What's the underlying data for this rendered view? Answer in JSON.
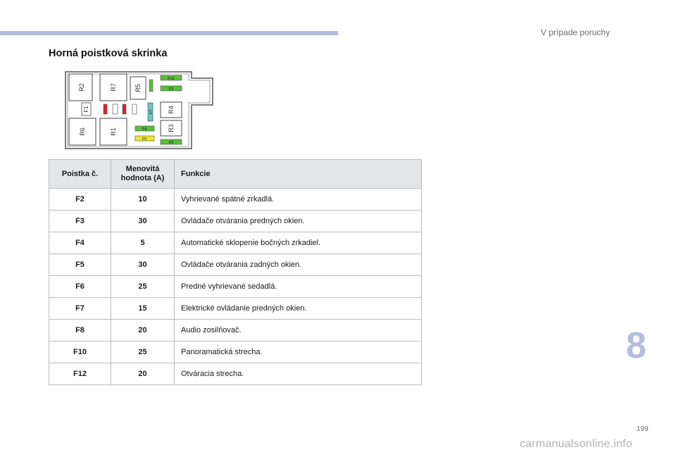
{
  "header": {
    "chapter_title": "V prípade poruchy",
    "accent_color": "#b4bde0"
  },
  "section_title": "Horná poistková skrinka",
  "diagram": {
    "relays": [
      "R2",
      "R7",
      "R5",
      "R4",
      "R6",
      "R1",
      "R3"
    ],
    "fuses": [
      "F1",
      "F12",
      "F3",
      "F7",
      "F4",
      "F5",
      "F8"
    ],
    "colors": {
      "green": "#5bbf3c",
      "yellow": "#f2e62c",
      "teal": "#6cc3c4",
      "red": "#d8262b"
    }
  },
  "table": {
    "headers": {
      "fuse_no": "Poistka č.",
      "rating": "Menovitá hodnota (A)",
      "function": "Funkcie"
    },
    "rows": [
      {
        "fuse": "F2",
        "amp": "10",
        "func": "Vyhrievané spätné zrkadlá."
      },
      {
        "fuse": "F3",
        "amp": "30",
        "func": "Ovládače otvárania predných okien."
      },
      {
        "fuse": "F4",
        "amp": "5",
        "func": "Automatické sklopenie bočných zrkadiel."
      },
      {
        "fuse": "F5",
        "amp": "30",
        "func": "Ovládače otvárania zadných okien."
      },
      {
        "fuse": "F6",
        "amp": "25",
        "func": "Predné vyhrievané sedadlá."
      },
      {
        "fuse": "F7",
        "amp": "15",
        "func": "Elektrické ovládanie predných okien."
      },
      {
        "fuse": "F8",
        "amp": "20",
        "func": "Audio zosilňovač."
      },
      {
        "fuse": "F10",
        "amp": "25",
        "func": "Panoramatická strecha."
      },
      {
        "fuse": "F12",
        "amp": "20",
        "func": "Otváracia strecha."
      }
    ]
  },
  "chapter_number": "8",
  "page_number": "199",
  "watermark": "carmanualsonline.info"
}
